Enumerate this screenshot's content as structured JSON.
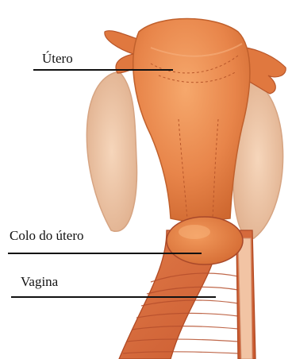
{
  "labels": {
    "uterus": "Útero",
    "cervix": "Colo do útero",
    "vagina": "Vagina"
  },
  "colors": {
    "uterus_fill": "#e88244",
    "uterus_highlight": "#f4a46a",
    "uterus_shadow": "#c75f28",
    "ovary_fill": "#f0c8a8",
    "ovary_edge": "#d8a886",
    "cervix_fill": "#e27a3c",
    "vaginal_wall": "#d86a40",
    "vaginal_fold": "#b54e2c",
    "leader_line": "#111111",
    "background": "#ffffff"
  }
}
